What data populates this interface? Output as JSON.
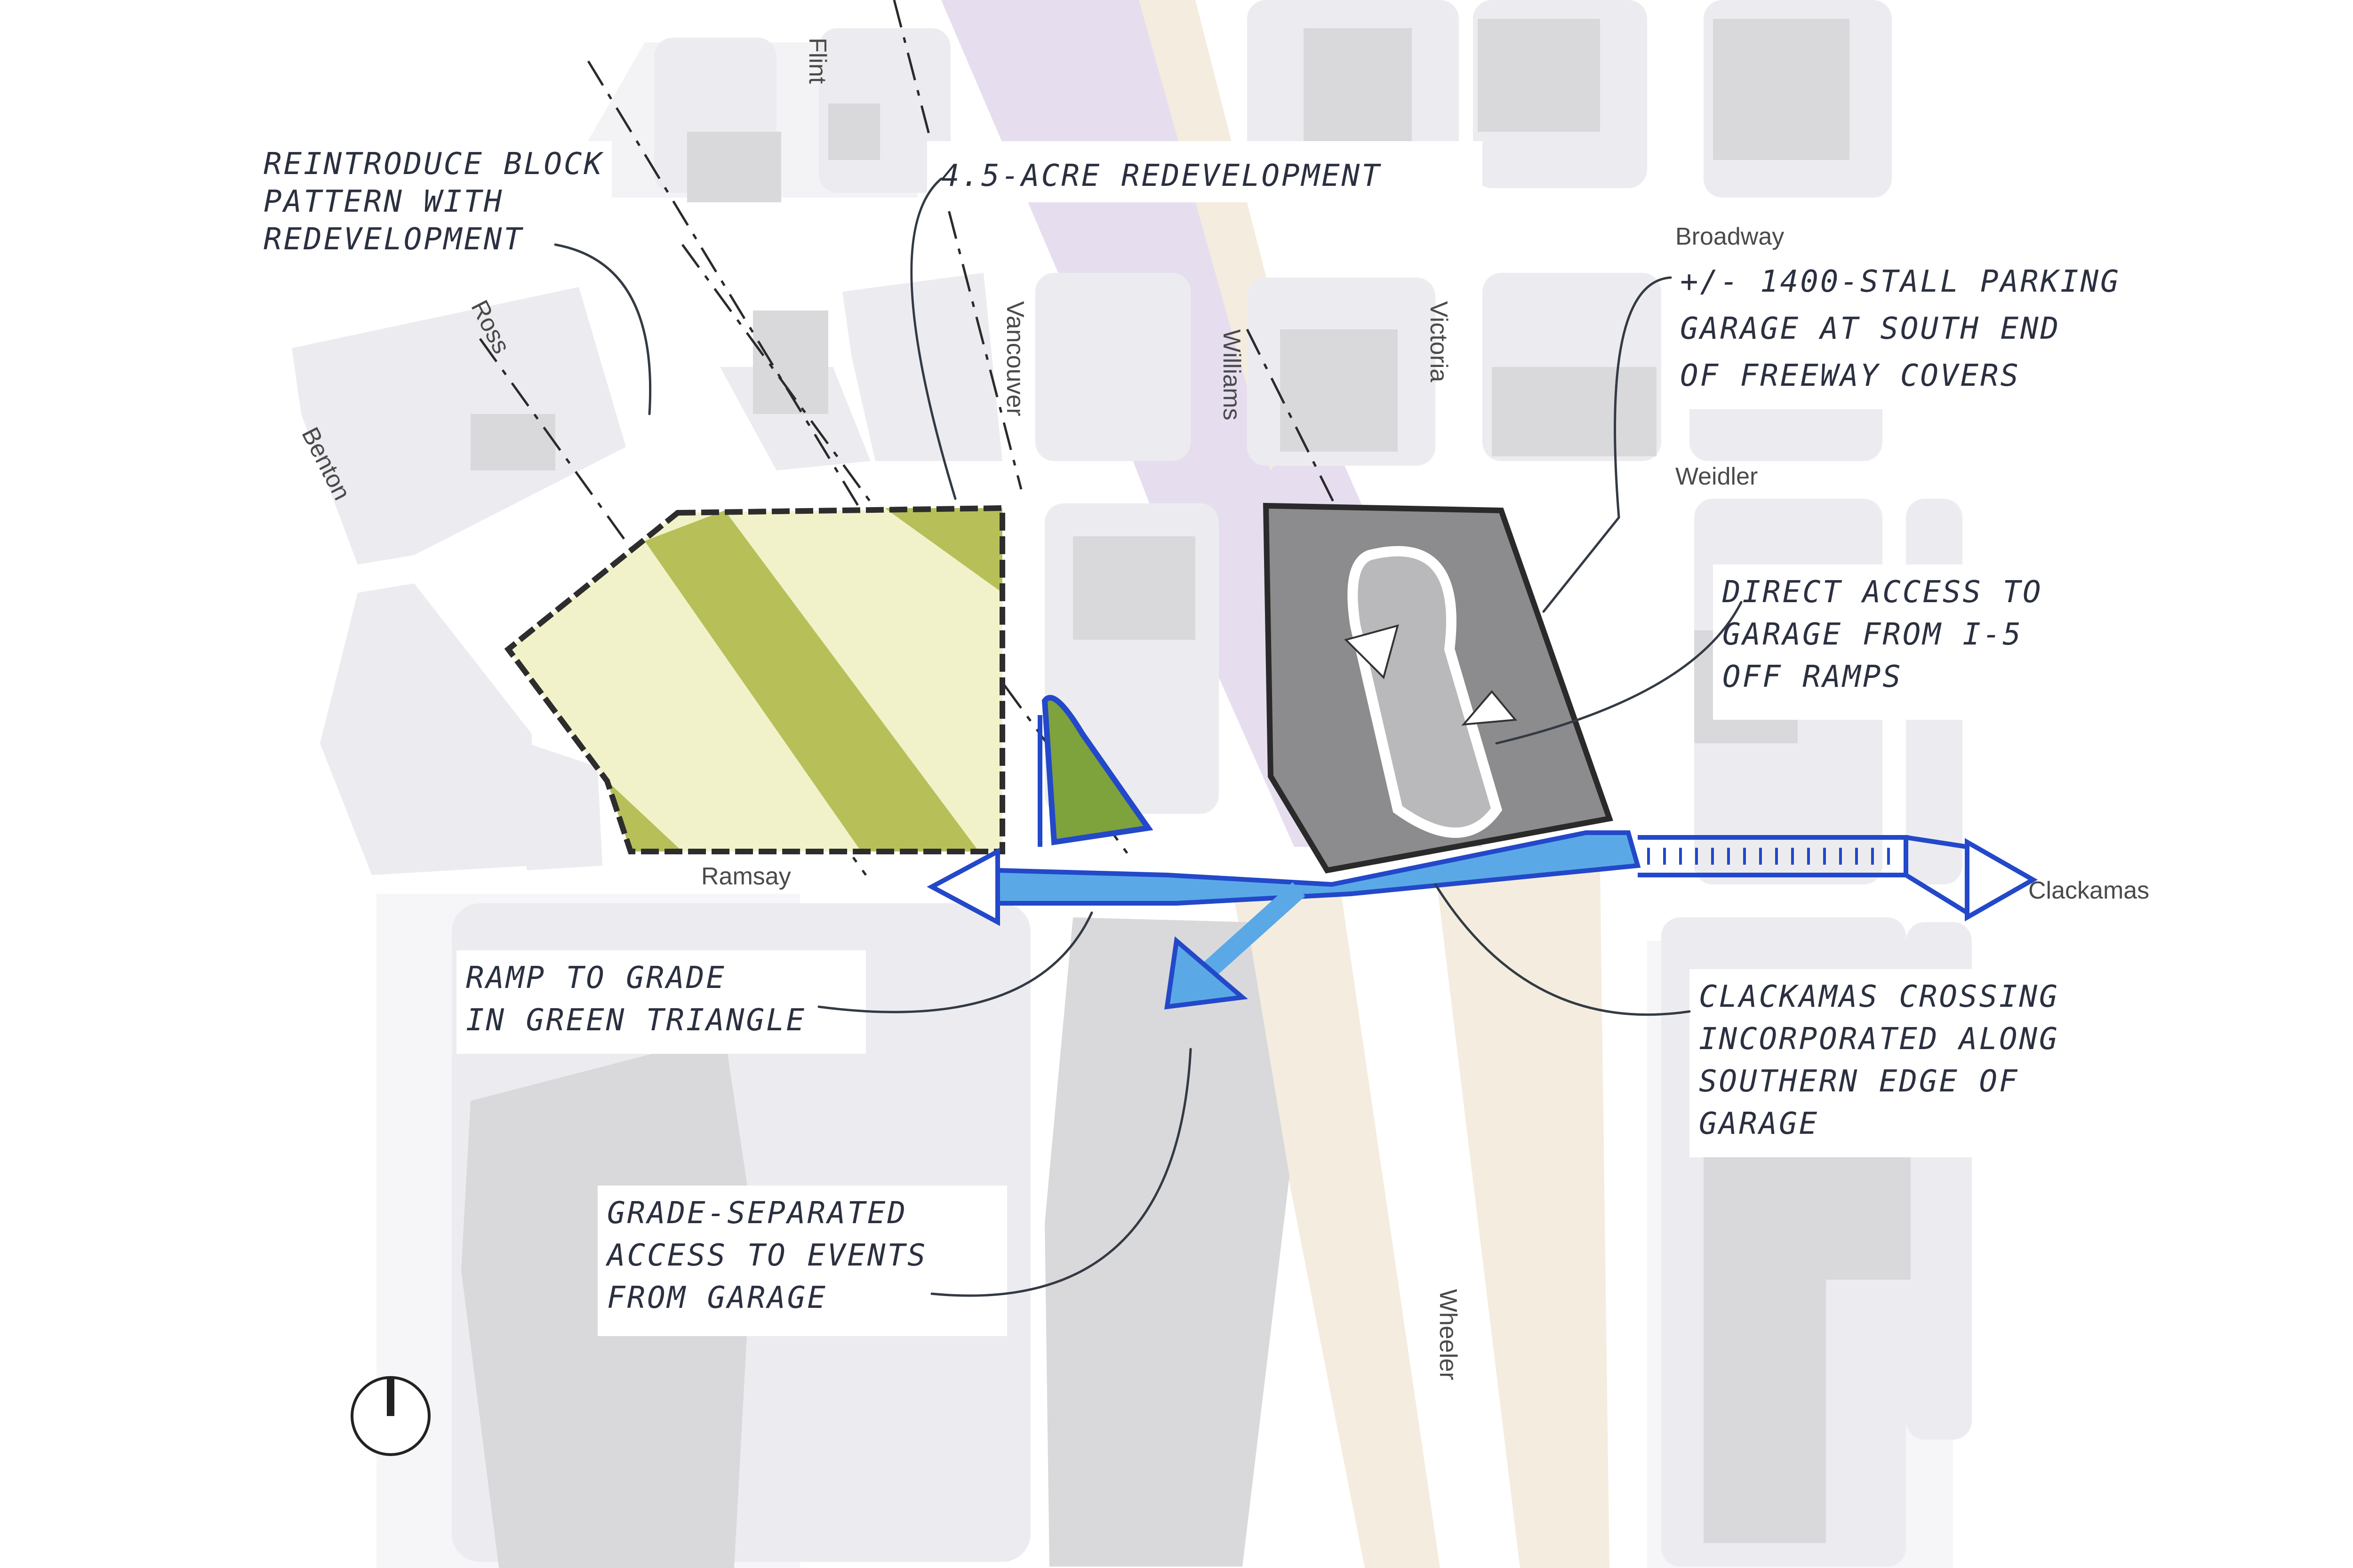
{
  "streets": {
    "flint": "Flint",
    "ross": "Ross",
    "benton": "Benton",
    "vancouver": "Vancouver",
    "williams": "Williams",
    "victoria": "Victoria",
    "broadway": "Broadway",
    "weidler": "Weidler",
    "ramsay": "Ramsay",
    "clackamas": "Clackamas",
    "wheeler": "Wheeler"
  },
  "annotations": {
    "block_pattern": [
      "REINTRODUCE BLOCK",
      "PATTERN WITH",
      "REDEVELOPMENT"
    ],
    "redevelopment": [
      "4.5-ACRE REDEVELOPMENT"
    ],
    "parking_garage": [
      "+/- 1400-STALL PARKING",
      "GARAGE AT SOUTH END",
      "OF FREEWAY COVERS"
    ],
    "direct_access": [
      "DIRECT ACCESS TO",
      "GARAGE FROM I-5",
      "OFF RAMPS"
    ],
    "ramp_to_grade": [
      "RAMP TO GRADE",
      "IN GREEN TRIANGLE"
    ],
    "clackamas_crossing": [
      "CLACKAMAS CROSSING",
      "INCORPORATED ALONG",
      "SOUTHERN EDGE OF",
      "GARAGE"
    ],
    "grade_separated": [
      "GRADE-SEPARATED",
      "ACCESS TO EVENTS",
      "FROM GARAGE"
    ]
  },
  "colors": {
    "block_light": "#ececf0",
    "building": "#d8d8db",
    "freeway_cover": "#e4dcef",
    "freeway_tan": "#f3ebdc",
    "redevelopment_light": "#f1f2c9",
    "redevelopment_dark": "#b7bf59",
    "garage": "#8c8c8e",
    "access_route": "#5aa9e6",
    "access_outline": "#2348c9",
    "green_triangle": "#7ea23c"
  },
  "icons": {
    "north_arrow": "north-arrow-icon"
  }
}
